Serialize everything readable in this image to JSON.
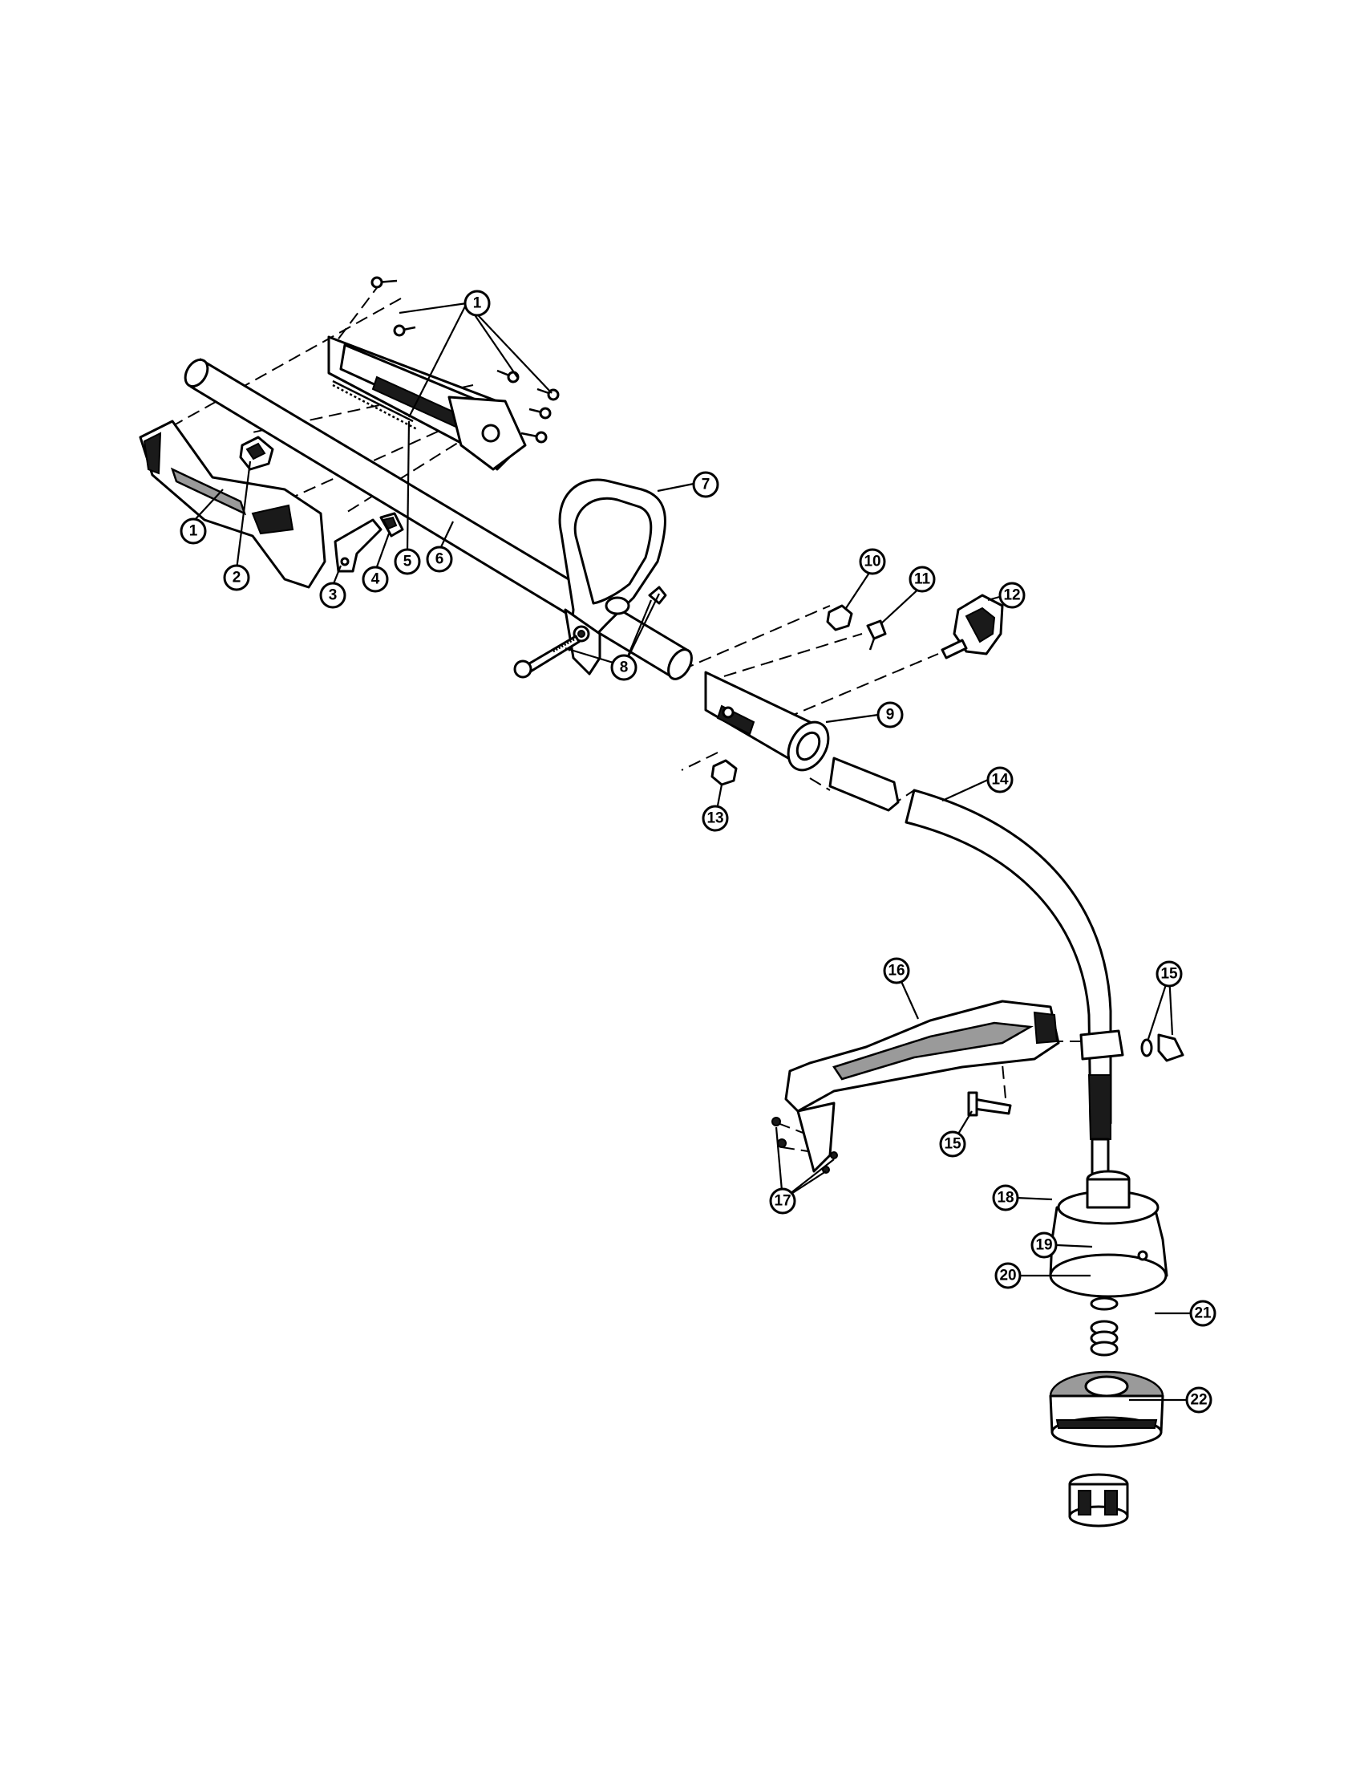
{
  "callouts": [
    {
      "id": "c1a",
      "label": "1"
    },
    {
      "id": "c1b",
      "label": "1"
    },
    {
      "id": "c2",
      "label": "2"
    },
    {
      "id": "c3",
      "label": "3"
    },
    {
      "id": "c4",
      "label": "4"
    },
    {
      "id": "c5",
      "label": "5"
    },
    {
      "id": "c6",
      "label": "6"
    },
    {
      "id": "c7",
      "label": "7"
    },
    {
      "id": "c8",
      "label": "8"
    },
    {
      "id": "c9",
      "label": "9"
    },
    {
      "id": "c10",
      "label": "10"
    },
    {
      "id": "c11",
      "label": "11"
    },
    {
      "id": "c12",
      "label": "12"
    },
    {
      "id": "c13",
      "label": "13"
    },
    {
      "id": "c14",
      "label": "14"
    },
    {
      "id": "c15a",
      "label": "15"
    },
    {
      "id": "c15b",
      "label": "15"
    },
    {
      "id": "c16",
      "label": "16"
    },
    {
      "id": "c17",
      "label": "17"
    },
    {
      "id": "c18",
      "label": "18"
    },
    {
      "id": "c19",
      "label": "19"
    },
    {
      "id": "c20",
      "label": "20"
    },
    {
      "id": "c21",
      "label": "21"
    },
    {
      "id": "c22",
      "label": "22"
    }
  ]
}
